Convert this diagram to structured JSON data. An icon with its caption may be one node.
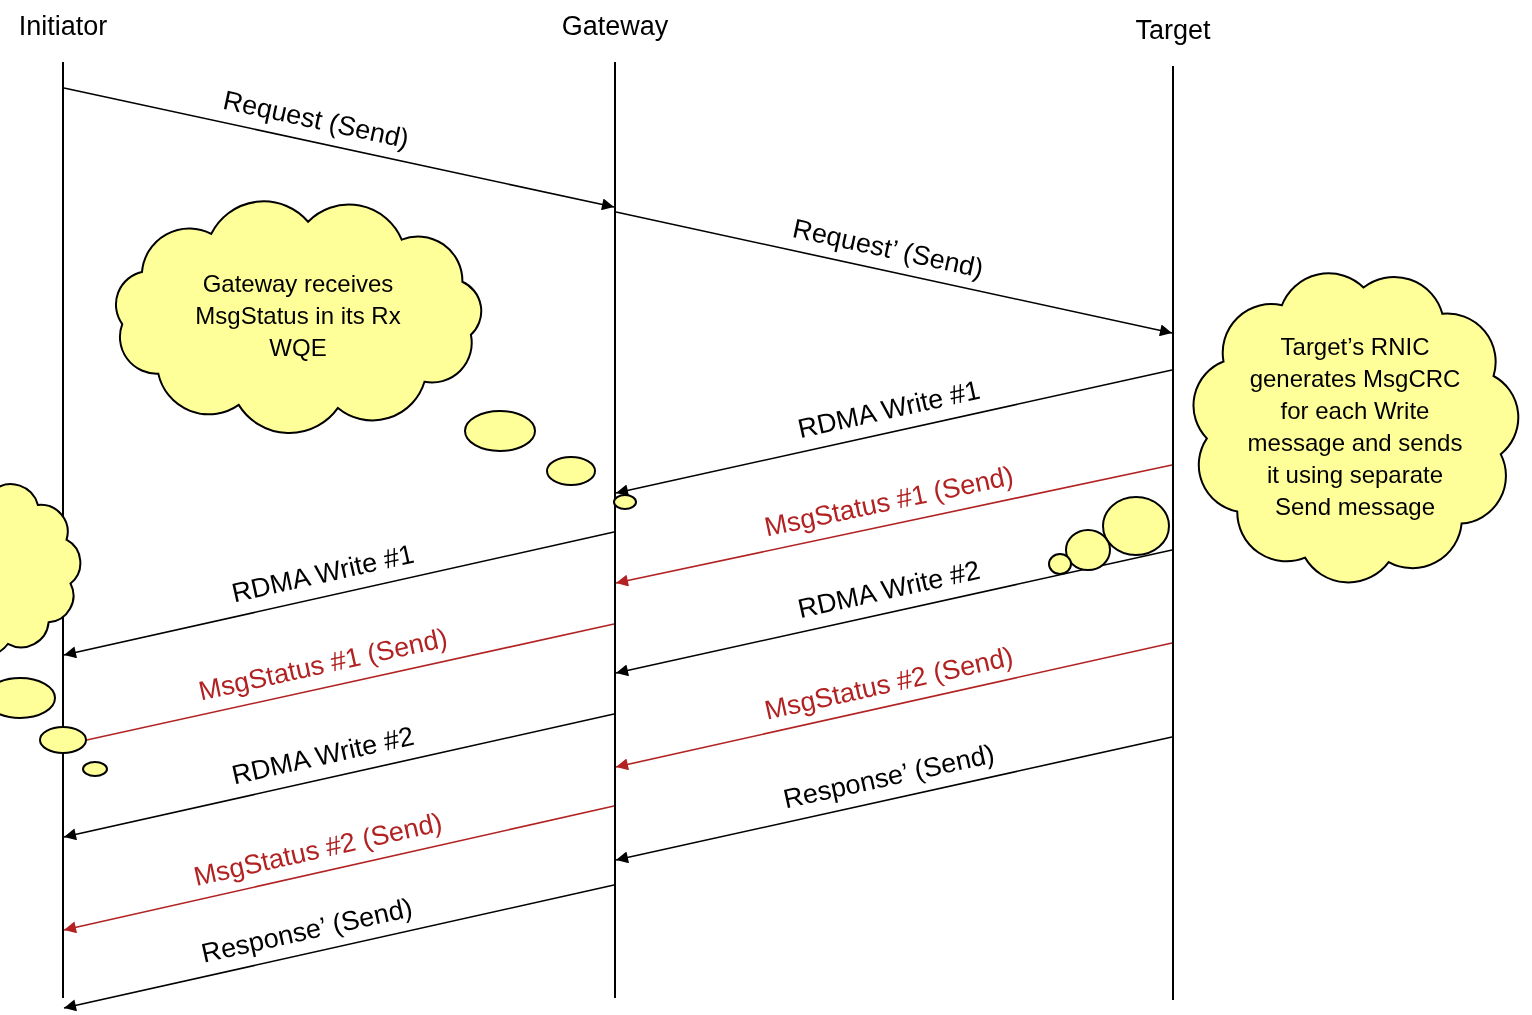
{
  "diagram": {
    "nodes": [
      {
        "text": [
          "Initiator"
        ]
      },
      {
        "text": [
          "Gateway"
        ]
      },
      {
        "text": [
          "Target"
        ]
      },
      {
        "text": [
          "Gateway receives MsgStatus in its Rx WQE"
        ]
      },
      {
        "text": [
          "Target’s RNIC generates MsgCRC for each Write message and sends it using separate Send message"
        ]
      },
      {
        "text": [],
        "shape": "cloud"
      }
    ],
    "edges": [
      {
        "from": 0,
        "to": 1,
        "arrow": "to",
        "label": "Request (Send)"
      },
      {
        "from": 1,
        "to": 2,
        "arrow": "to",
        "label": "Request’ (Send)"
      },
      {
        "from": 2,
        "to": 1,
        "arrow": "to",
        "label": "RDMA Write #1"
      },
      {
        "from": 2,
        "to": 1,
        "arrow": "to",
        "label": "MsgStatus #1 (Send)",
        "color": "#b22222"
      },
      {
        "from": 1,
        "to": 0,
        "arrow": "to",
        "label": "RDMA Write #1"
      },
      {
        "from": 2,
        "to": 1,
        "arrow": "to",
        "label": "RDMA Write #2"
      },
      {
        "from": 1,
        "to": 0,
        "arrow": "to",
        "label": "MsgStatus #1 (Send)",
        "color": "#b22222"
      },
      {
        "from": 2,
        "to": 1,
        "arrow": "to",
        "label": "MsgStatus #2 (Send)",
        "color": "#b22222"
      },
      {
        "from": 1,
        "to": 0,
        "arrow": "to",
        "label": "RDMA Write #2"
      },
      {
        "from": 2,
        "to": 1,
        "arrow": "to",
        "label": "Response’ (Send)"
      },
      {
        "from": 1,
        "to": 0,
        "arrow": "to",
        "label": "MsgStatus #2 (Send)",
        "color": "#b22222"
      },
      {
        "from": 1,
        "to": 0,
        "arrow": "to",
        "label": "Response’ (Send)"
      }
    ]
  }
}
